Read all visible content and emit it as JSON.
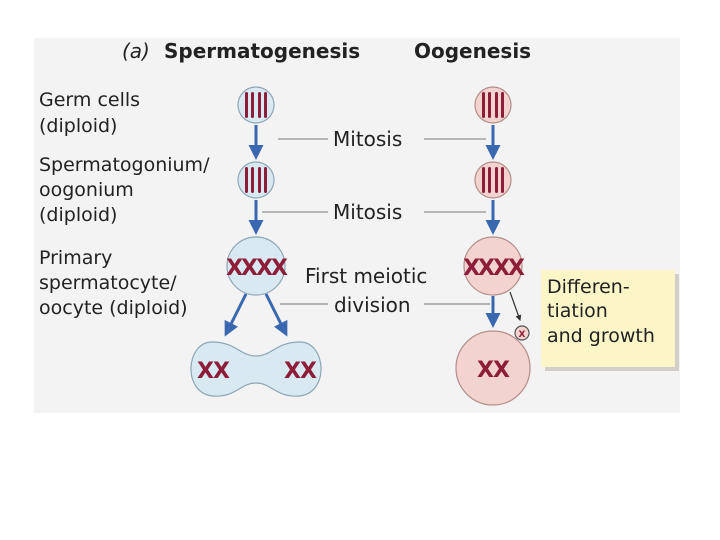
{
  "header": {
    "panel_label": "(a)",
    "left_title": "Spermatogenesis",
    "right_title": "Oogenesis"
  },
  "stage_labels": {
    "germ": [
      "Germ cells",
      "(diploid)"
    ],
    "gonium": [
      "Spermatogonium/",
      "oogonium",
      "(diploid)"
    ],
    "primary": [
      "Primary",
      "spermatocyte/",
      "oocyte (diploid)"
    ]
  },
  "processes": {
    "mitosis_1": "Mitosis",
    "mitosis_2": "Mitosis",
    "meiosis": [
      "First meiotic",
      "division"
    ]
  },
  "differentiation_note": [
    "Differen-",
    "tiation",
    "and growth"
  ],
  "colors": {
    "sperm_cell_fill": "#d8e9f1",
    "egg_cell_fill": "#f3d3cf",
    "chromosome": "#8e1d3a",
    "arrow": "#3a68b0",
    "note_fill": "#fbf5c8",
    "background_panel": "#f3f3f3"
  }
}
